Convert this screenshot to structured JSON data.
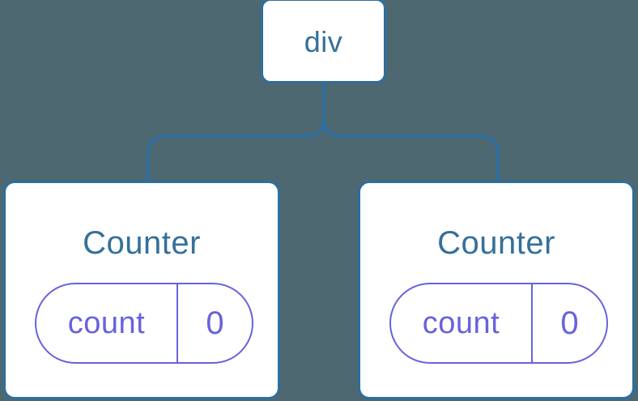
{
  "diagram": {
    "description": "component-tree",
    "root": {
      "label": "div"
    },
    "children": [
      {
        "title": "Counter",
        "state": {
          "key": "count",
          "value": "0"
        }
      },
      {
        "title": "Counter",
        "state": {
          "key": "count",
          "value": "0"
        }
      }
    ]
  },
  "colors": {
    "bg": "#4D6871",
    "line": "#2F6E9E",
    "node_fill": "#FFFFFF",
    "title": "#35709A",
    "pill": "#6762DD"
  }
}
